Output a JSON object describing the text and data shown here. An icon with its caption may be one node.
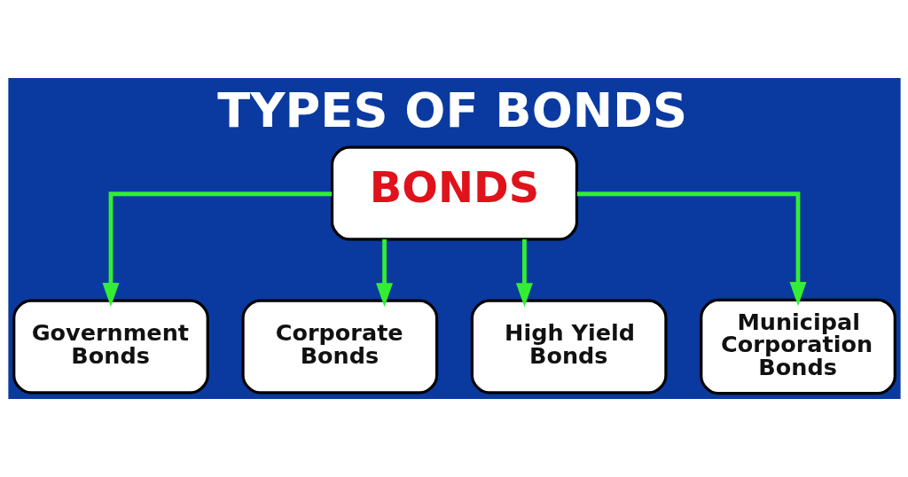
{
  "diagram": {
    "title": "TYPES OF BONDS",
    "nodes": [
      {
        "text": [
          "BONDS"
        ]
      },
      {
        "text": [
          "Government Bonds"
        ]
      },
      {
        "text": [
          "Corporate Bonds"
        ]
      },
      {
        "text": [
          "High Yield Bonds"
        ]
      },
      {
        "text": [
          "Municipal Corporation Bonds"
        ]
      }
    ],
    "edges": [
      {
        "from": 0,
        "to": 1,
        "arrow": "to"
      },
      {
        "from": 0,
        "to": 2,
        "arrow": "to"
      },
      {
        "from": 0,
        "to": 3,
        "arrow": "to"
      },
      {
        "from": 0,
        "to": 4,
        "arrow": "to"
      }
    ]
  }
}
